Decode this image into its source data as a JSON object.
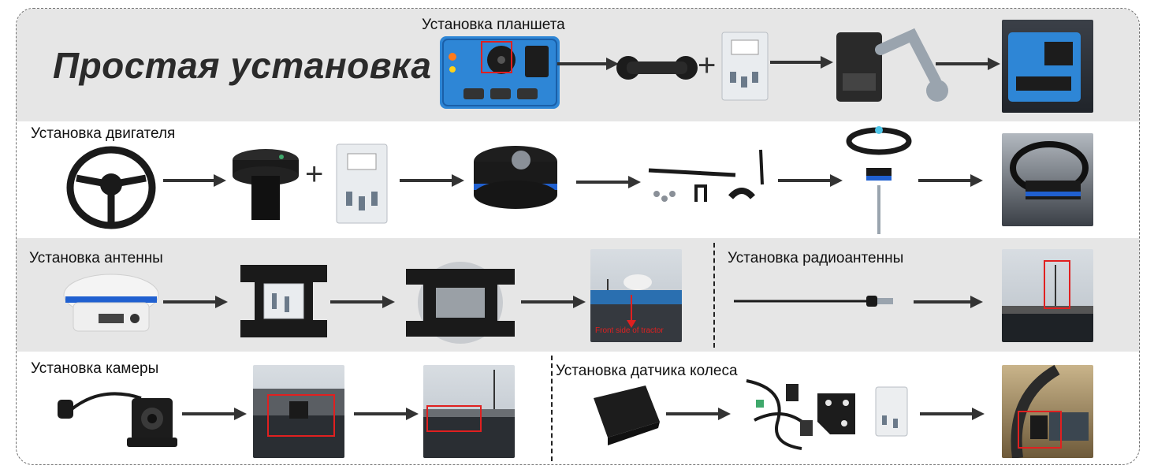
{
  "headline": "Простая установка",
  "sections": {
    "tablet": {
      "title": "Установка планшета"
    },
    "motor": {
      "title": "Установка двигателя"
    },
    "antenna": {
      "title": "Установка антенны",
      "photo_caption": "Front side of tractor"
    },
    "radio": {
      "title": "Установка радиоантенны"
    },
    "camera": {
      "title": "Установка камеры"
    },
    "wheel_sensor": {
      "title": "Установка датчика колеса"
    }
  },
  "plus_sign": "+",
  "colors": {
    "band_gray": "#e6e6e6",
    "tablet_blue": "#2e86d6",
    "accent_blue": "#2060d0",
    "highlight_red": "#e02020",
    "arrow": "#333333"
  },
  "icons": [
    "tablet-icon",
    "ball-mount-icon",
    "bolt-pack-icon",
    "mount-arm-icon",
    "steering-wheel-icon",
    "adapter-shaft-icon",
    "motor-icon",
    "bracket-kit-icon",
    "gnss-antenna-icon",
    "mount-plate-icon",
    "radio-antenna-icon",
    "camera-icon",
    "wheel-sensor-icon",
    "cable-harness-icon"
  ]
}
